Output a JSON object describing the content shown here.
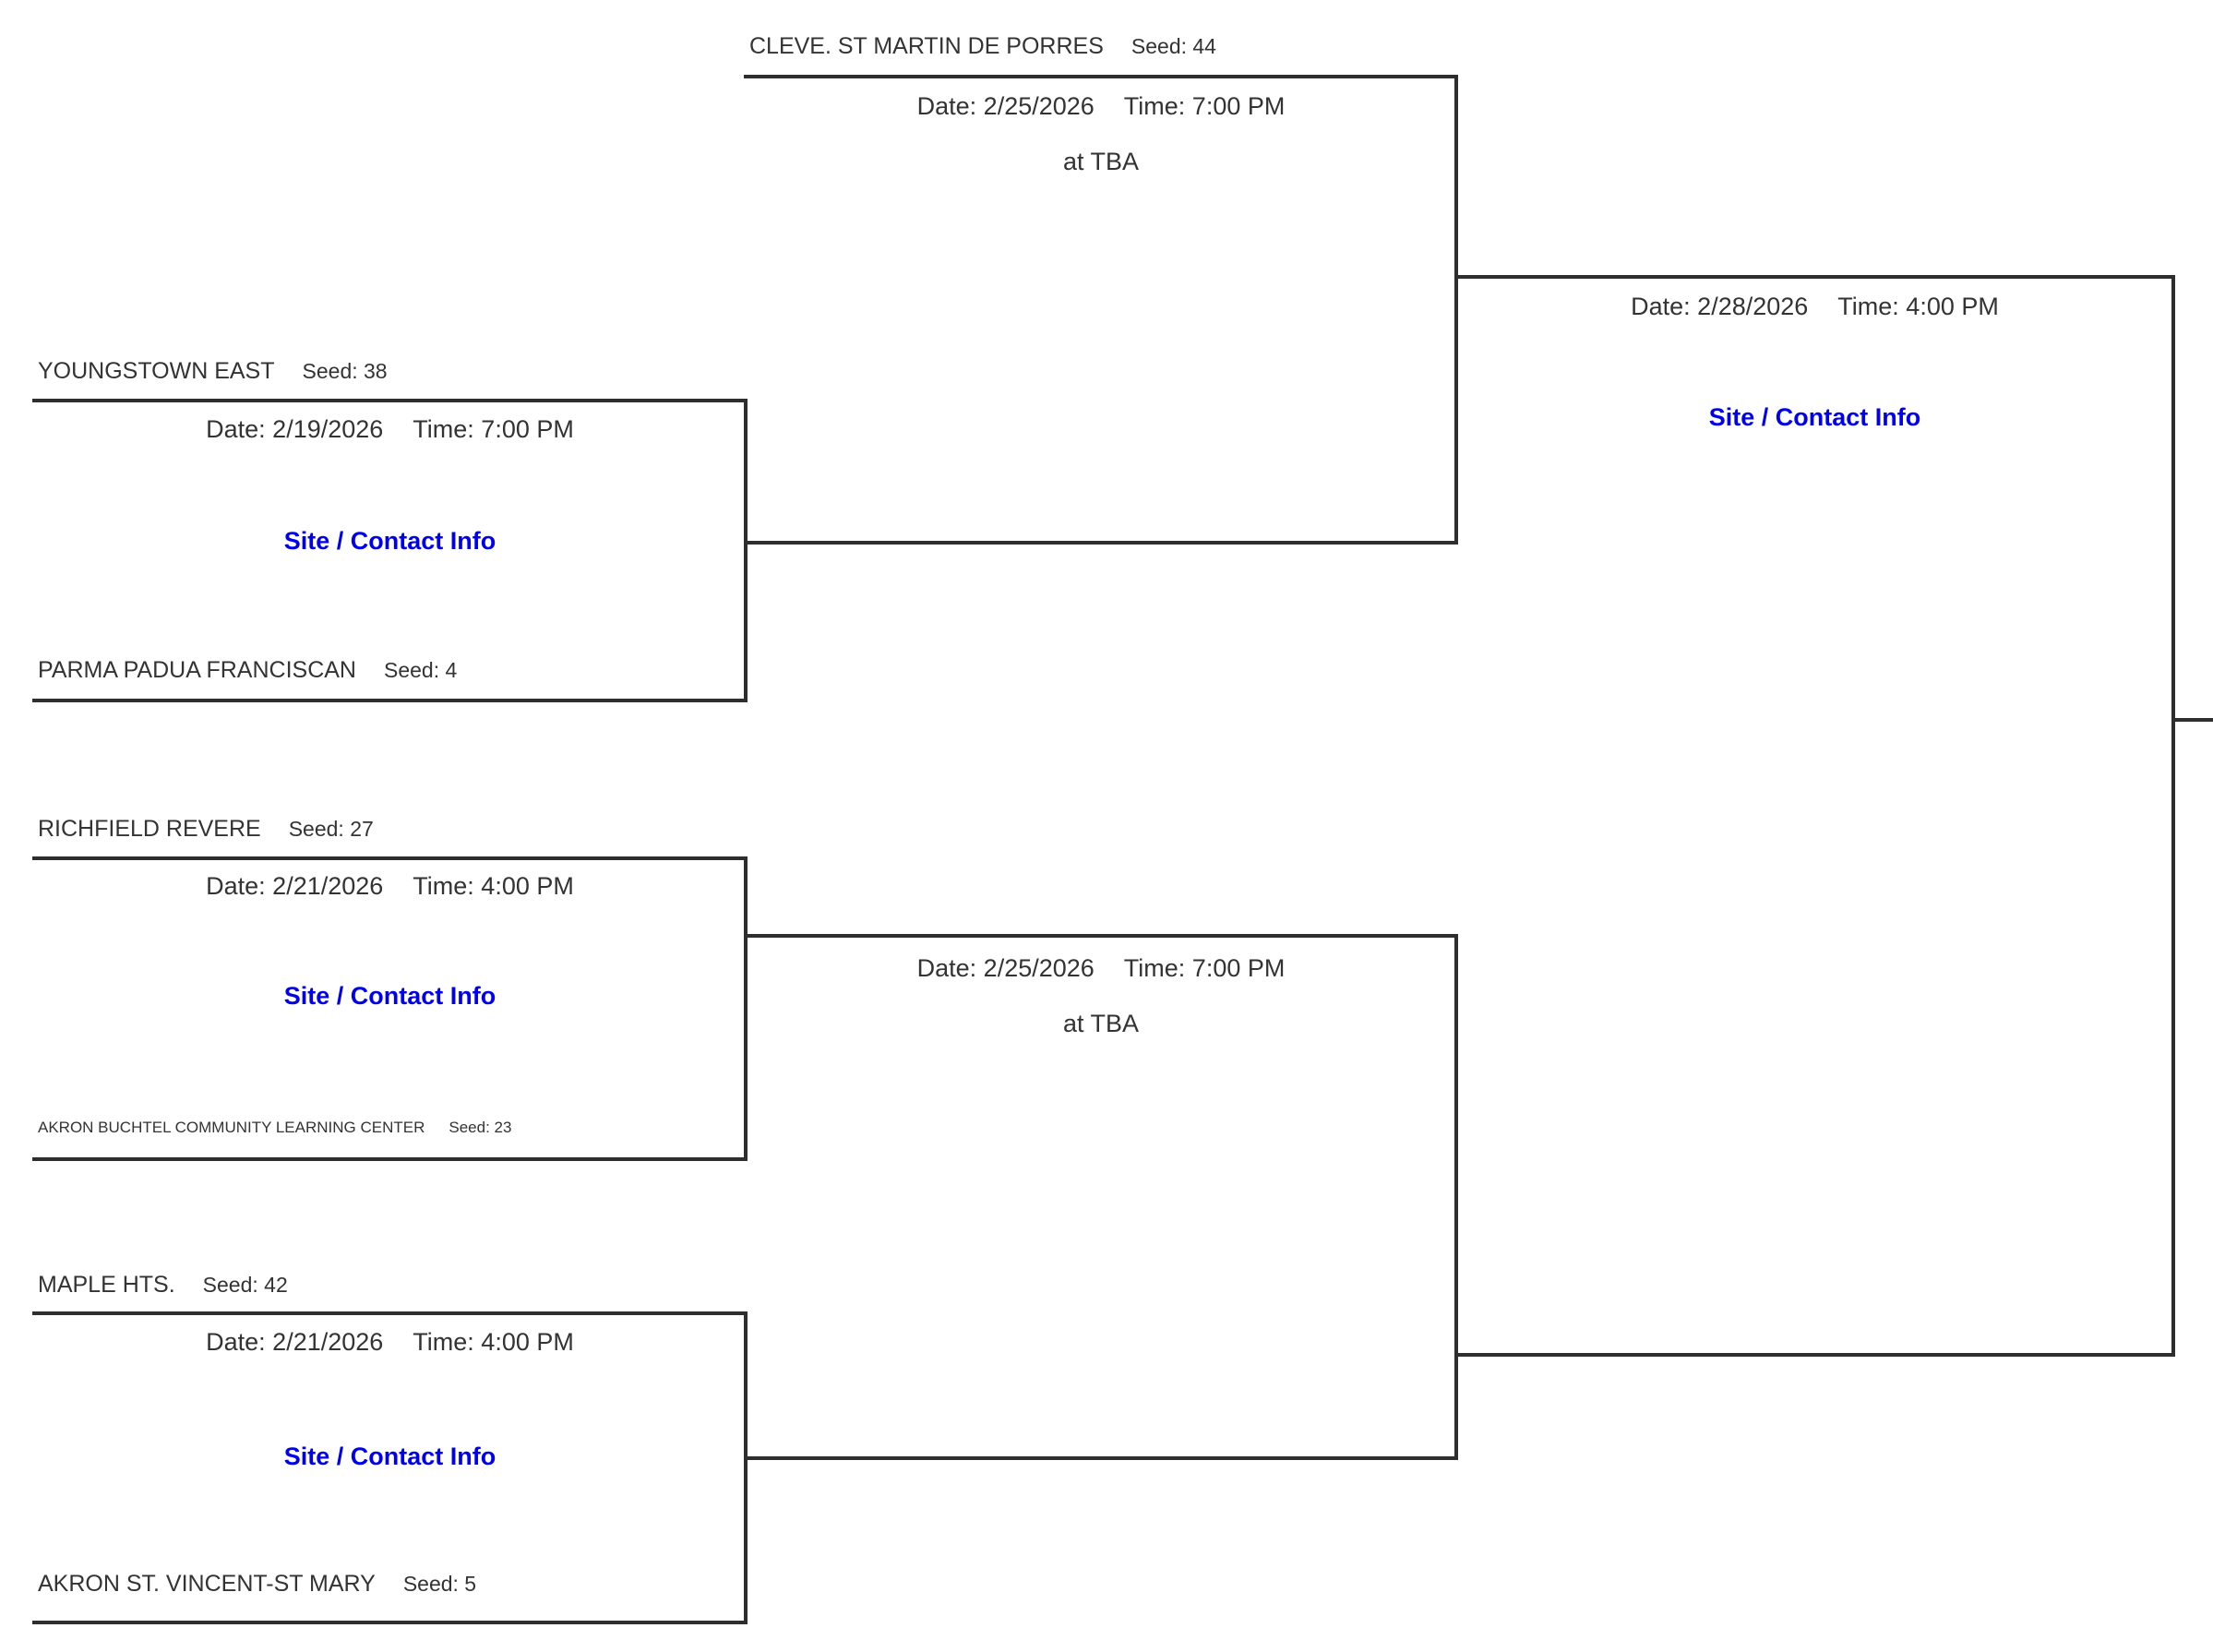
{
  "colors": {
    "background": "#ffffff",
    "line": "#2e2e2e",
    "text": "#333333",
    "link": "#0000ee"
  },
  "bracket": {
    "bye_team": {
      "name": "CLEVE. ST MARTIN DE PORRES",
      "seed": "Seed: 44"
    },
    "match_a": {
      "team_top": {
        "name": "YOUNGSTOWN EAST",
        "seed": "Seed: 38"
      },
      "team_bottom": {
        "name": "PARMA PADUA FRANCISCAN",
        "seed": "Seed: 4"
      },
      "date": "Date: 2/19/2026",
      "time": "Time: 7:00 PM",
      "link": "Site / Contact Info"
    },
    "match_b": {
      "team_top": {
        "name": "RICHFIELD REVERE",
        "seed": "Seed: 27"
      },
      "team_bottom": {
        "name": "AKRON BUCHTEL COMMUNITY LEARNING CENTER",
        "seed": "Seed: 23"
      },
      "date": "Date: 2/21/2026",
      "time": "Time: 4:00 PM",
      "link": "Site / Contact Info"
    },
    "match_c": {
      "team_top": {
        "name": "MAPLE HTS.",
        "seed": "Seed: 42"
      },
      "team_bottom": {
        "name": "AKRON ST. VINCENT-ST MARY",
        "seed": "Seed: 5"
      },
      "date": "Date: 2/21/2026",
      "time": "Time: 4:00 PM",
      "link": "Site / Contact Info"
    },
    "semi_top": {
      "date": "Date: 2/25/2026",
      "time": "Time: 7:00 PM",
      "venue": "at TBA"
    },
    "semi_bottom": {
      "date": "Date: 2/25/2026",
      "time": "Time: 7:00 PM",
      "venue": "at TBA"
    },
    "final": {
      "date": "Date: 2/28/2026",
      "time": "Time: 4:00 PM",
      "link": "Site / Contact Info"
    }
  }
}
